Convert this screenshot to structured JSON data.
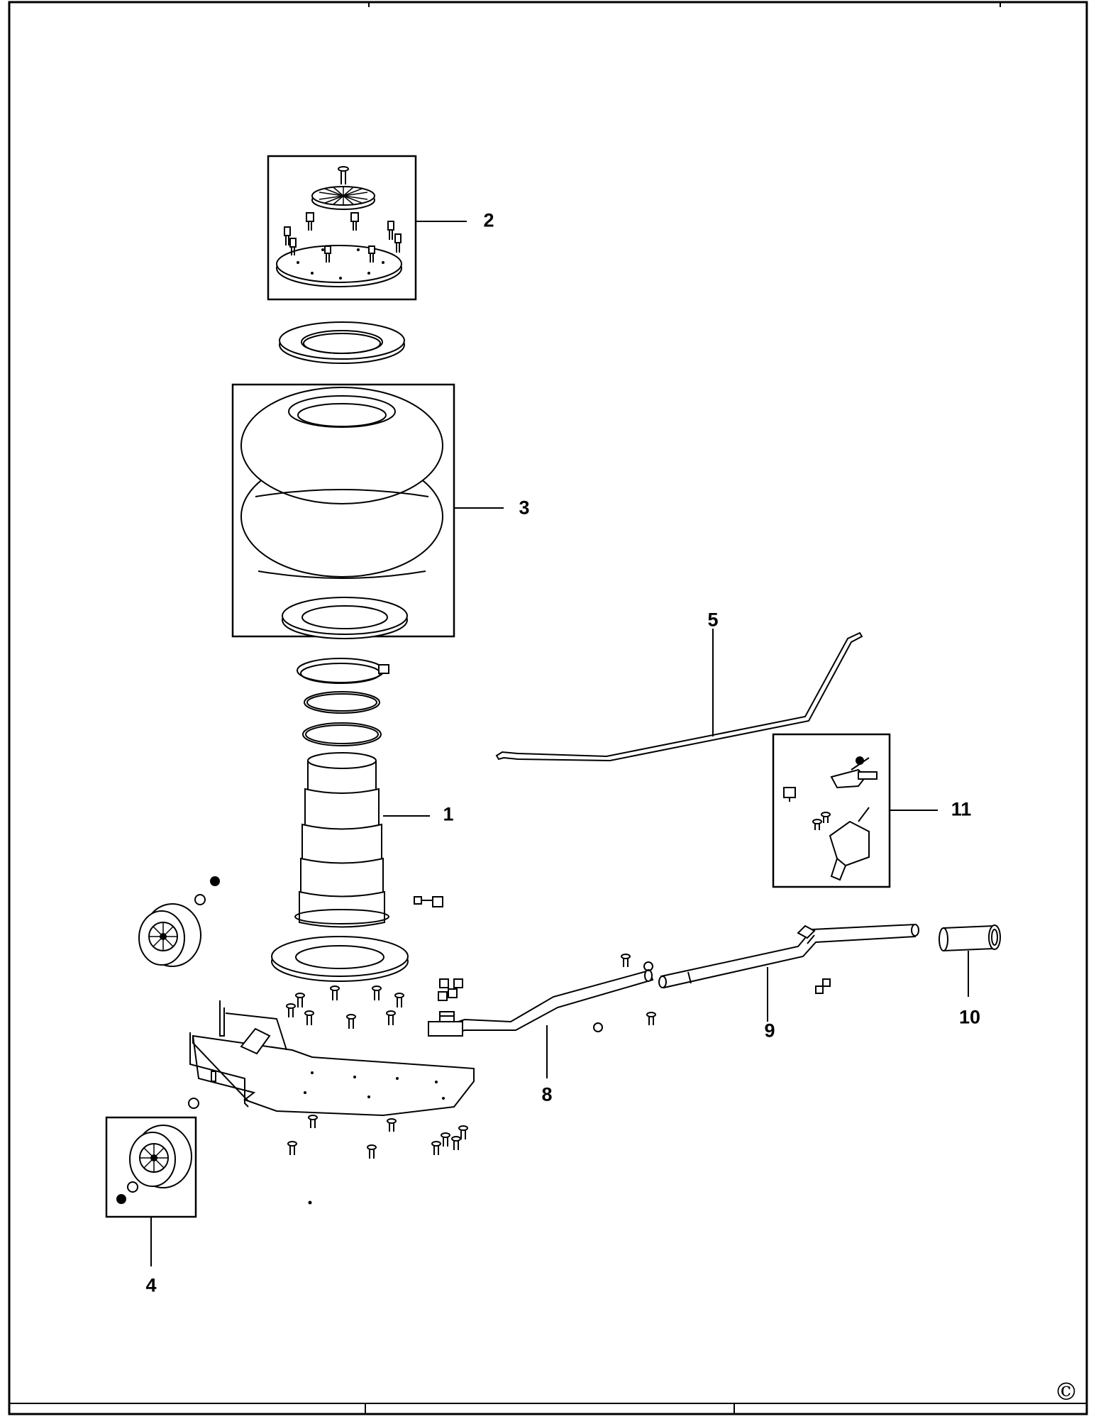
{
  "diagram": {
    "callouts": [
      {
        "id": "1",
        "label": "1"
      },
      {
        "id": "2",
        "label": "2"
      },
      {
        "id": "3",
        "label": "3"
      },
      {
        "id": "4",
        "label": "4"
      },
      {
        "id": "5",
        "label": "5"
      },
      {
        "id": "8",
        "label": "8"
      },
      {
        "id": "9",
        "label": "9"
      },
      {
        "id": "10",
        "label": "10"
      },
      {
        "id": "11",
        "label": "11"
      }
    ],
    "copyright_symbol": "©"
  }
}
